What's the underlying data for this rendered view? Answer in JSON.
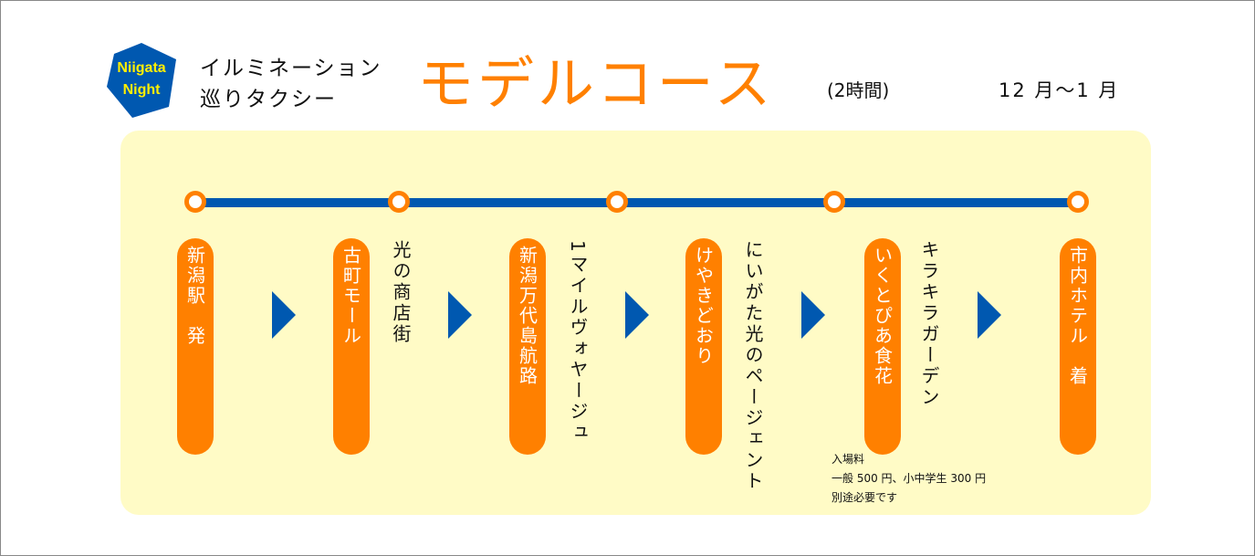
{
  "logo": {
    "line1": "Niigata",
    "line2": "Night"
  },
  "subtitle": {
    "line1": "イルミネーション",
    "line2": "巡りタクシー"
  },
  "title": "モデルコース",
  "duration": "(2時間)",
  "period": "12 月～1 月",
  "stops": [
    {
      "label": "新潟駅　発"
    },
    {
      "label": "古町モール",
      "spot": "光の商店街"
    },
    {
      "label": "新潟万代島航路",
      "spot": "1マイルヴォヤージュ"
    },
    {
      "label": "けやきどおり",
      "spot": "にいがた光のページェント"
    },
    {
      "label": "いくとぴあ食花",
      "spot": "キラキラガーデン"
    },
    {
      "label": "市内ホテル　着"
    }
  ],
  "note": {
    "line1": "入場料",
    "line2": "一般 500 円、小中学生 300 円",
    "line3": "別途必要です"
  },
  "colors": {
    "accent": "#ff8000",
    "blue": "#0058b0",
    "panel": "#fffbc6"
  }
}
